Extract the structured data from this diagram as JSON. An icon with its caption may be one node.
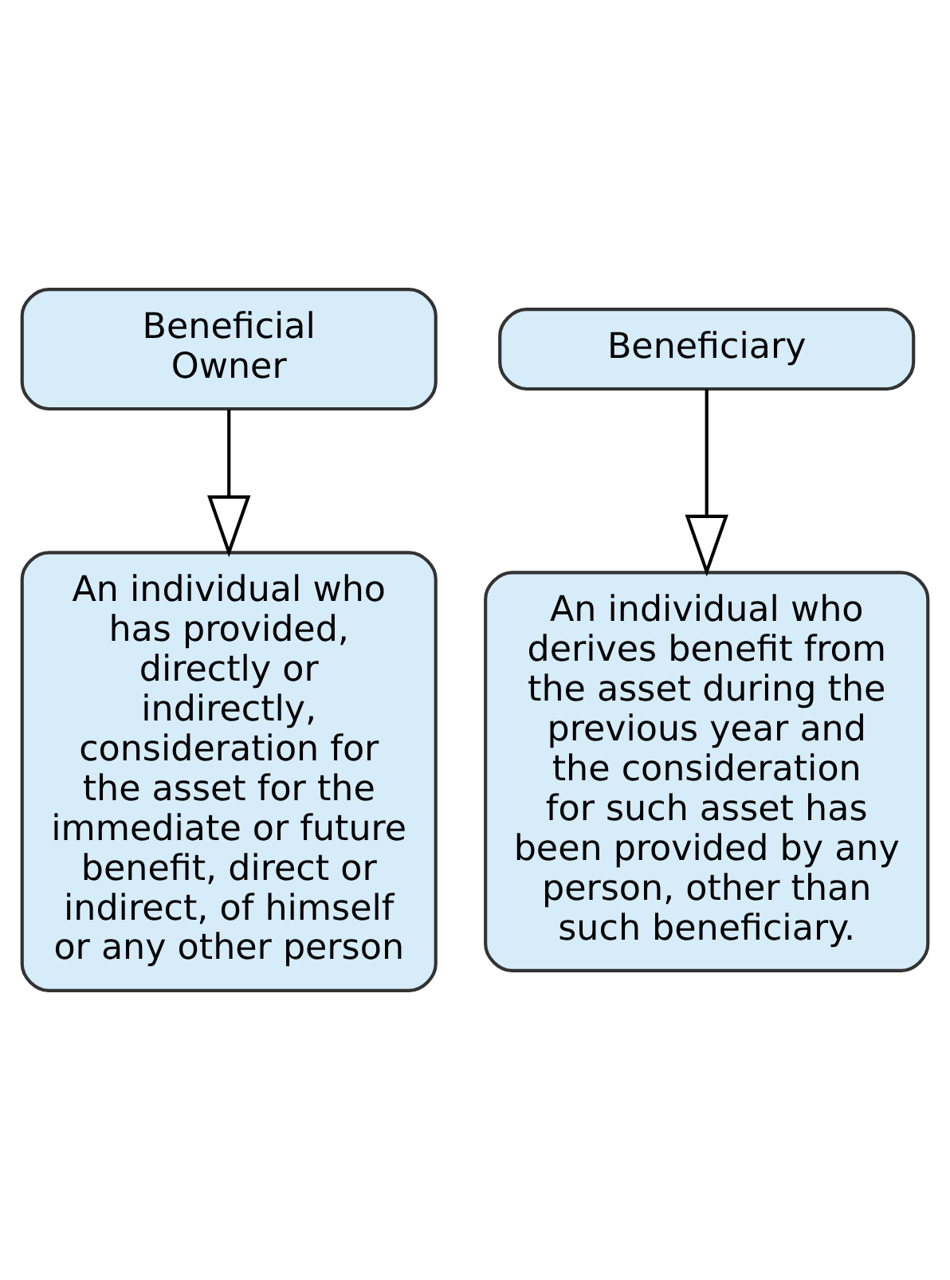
{
  "diagram": {
    "nodes": [
      {
        "text": [
          "Beneficial Owner"
        ]
      },
      {
        "text": [
          "Beneficiary"
        ]
      },
      {
        "text": [
          "An individual who has provided, directly or indirectly, consideration for the asset for the immediate or future benefit, direct or indirect, of himself or any other person"
        ]
      },
      {
        "text": [
          "An individual who derives benefit from the asset during the previous year and the consideration for such asset has been provided by any person, other than such beneficiary."
        ]
      }
    ],
    "edges": [
      {
        "from": 0,
        "to": 2,
        "arrow": "to"
      },
      {
        "from": 1,
        "to": 3,
        "arrow": "to"
      }
    ]
  }
}
